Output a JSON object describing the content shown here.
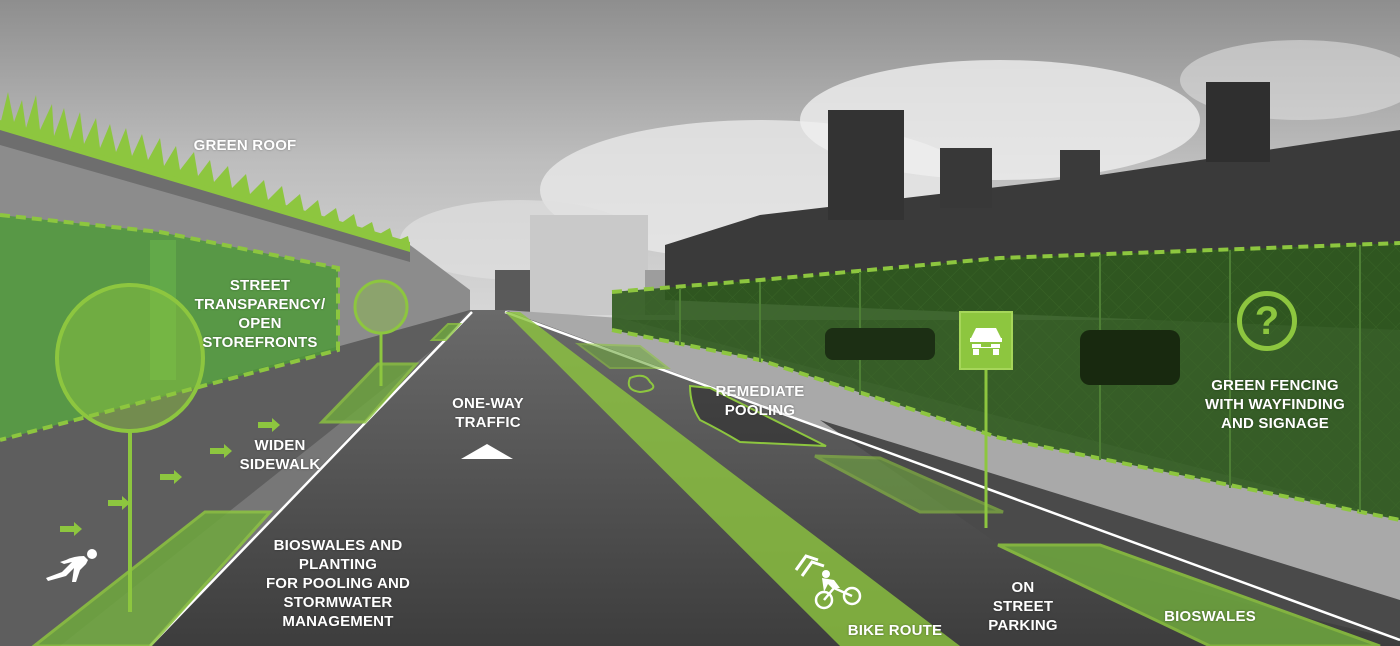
{
  "image": {
    "description": "Street redesign rendering over a black & white street photo with green overlays",
    "accent_color": "#8DC63F",
    "overlay_dark_green": "#2F5A1E",
    "overlay_mid_green": "#5E9A3A"
  },
  "labels": {
    "green_roof": "GREEN ROOF",
    "street_transparency": [
      "STREET",
      "TRANSPARENCY/",
      "OPEN",
      "STOREFRONTS"
    ],
    "widen_sidewalk": [
      "WIDEN",
      "SIDEWALK"
    ],
    "bioswales_planting": [
      "BIOSWALES AND",
      "PLANTING",
      "FOR POOLING AND",
      "STORMWATER",
      "MANAGEMENT"
    ],
    "one_way_traffic": [
      "ONE-WAY",
      "TRAFFIC"
    ],
    "remediate_pooling": [
      "REMEDIATE",
      "POOLING"
    ],
    "green_fencing": [
      "GREEN FENCING",
      "WITH WAYFINDING",
      "AND SIGNAGE"
    ],
    "bike_route": "BIKE ROUTE",
    "on_street_parking": [
      "ON",
      "STREET",
      "PARKING"
    ],
    "bioswales": "BIOSWALES"
  },
  "icons": {
    "question_sign": "?",
    "car_sign": "car-icon",
    "pedestrian": "pedestrian-icon",
    "cyclist": "cyclist-icon",
    "one_way_arrow": "triangle-up",
    "sidewalk_arrows": "arrow-right"
  }
}
